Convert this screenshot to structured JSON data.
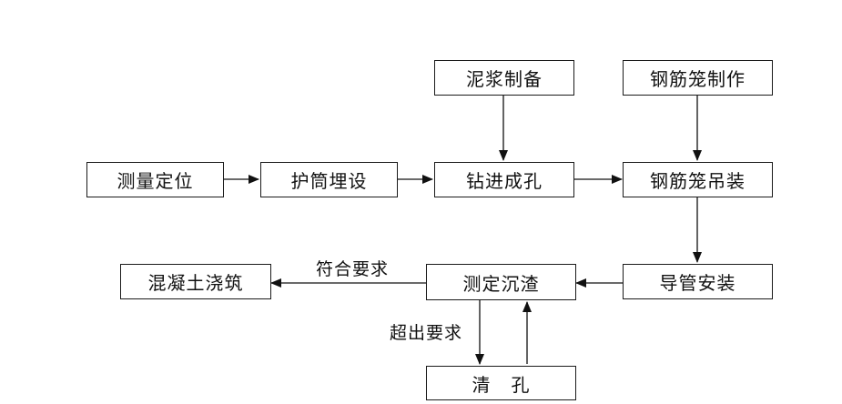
{
  "nodes": {
    "mud_prep": "泥浆制备",
    "cage_make": "钢筋笼制作",
    "survey": "测量定位",
    "casing": "护筒埋设",
    "drilling": "钻进成孔",
    "cage_hoist": "钢筋笼吊装",
    "concrete": "混凝土浇筑",
    "sediment": "测定沉渣",
    "tremie": "导管安装",
    "cleaning": "清   孔"
  },
  "edge_labels": {
    "meets": "符合要求",
    "exceeds": "超出要求"
  }
}
